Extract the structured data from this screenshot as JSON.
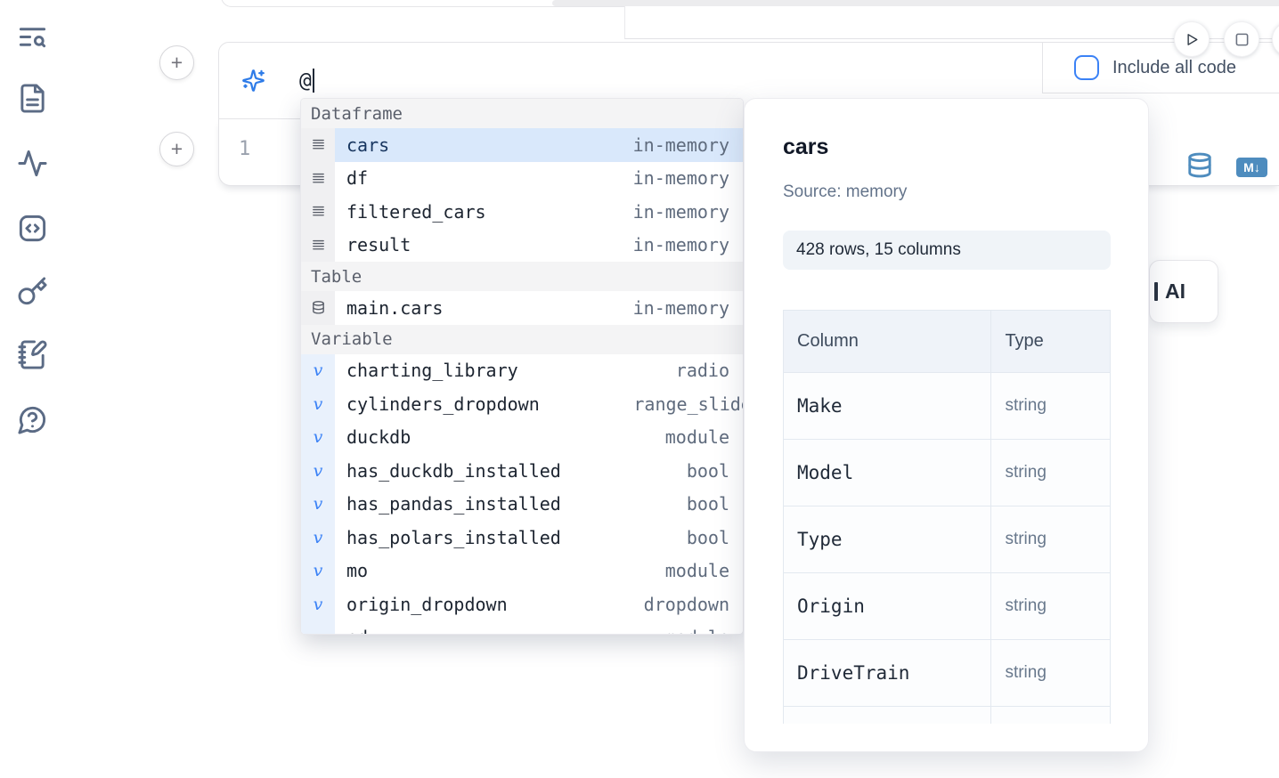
{
  "colors": {
    "accent_blue": "#3b82f6",
    "steel_blue": "#4e8cbe",
    "selection_bg": "#d9e8fb",
    "muted_slate": "#64748b"
  },
  "sidebar": {
    "items": [
      {
        "icon": "toc-search-icon"
      },
      {
        "icon": "document-icon"
      },
      {
        "icon": "activity-icon"
      },
      {
        "icon": "code-snippet-icon"
      },
      {
        "icon": "key-icon"
      },
      {
        "icon": "notebook-pen-icon"
      },
      {
        "icon": "help-chat-icon"
      }
    ]
  },
  "run_controls": {
    "buttons": [
      {
        "icon": "play-icon"
      },
      {
        "icon": "stop-icon"
      },
      {
        "icon": "partial-button"
      }
    ]
  },
  "ai_prompt": {
    "value": "@",
    "include_all_code_label": "Include all code",
    "include_all_code_checked": false
  },
  "code_cell": {
    "line_number": "1",
    "markdown_badge": "M↓",
    "toolbar_icons": [
      "database-icon",
      "markdown-export-icon"
    ]
  },
  "completion": {
    "selected": "cars",
    "sections": [
      {
        "label": "Dataframe",
        "icon": "dataframe",
        "items": [
          {
            "name": "cars",
            "type": "in-memory"
          },
          {
            "name": "df",
            "type": "in-memory"
          },
          {
            "name": "filtered_cars",
            "type": "in-memory"
          },
          {
            "name": "result",
            "type": "in-memory"
          }
        ]
      },
      {
        "label": "Table",
        "icon": "table",
        "items": [
          {
            "name": "main.cars",
            "type": "in-memory"
          }
        ]
      },
      {
        "label": "Variable",
        "icon": "variable",
        "items": [
          {
            "name": "charting_library",
            "type": "radio"
          },
          {
            "name": "cylinders_dropdown",
            "type": "range_slider"
          },
          {
            "name": "duckdb",
            "type": "module"
          },
          {
            "name": "has_duckdb_installed",
            "type": "bool"
          },
          {
            "name": "has_pandas_installed",
            "type": "bool"
          },
          {
            "name": "has_polars_installed",
            "type": "bool"
          },
          {
            "name": "mo",
            "type": "module"
          },
          {
            "name": "origin_dropdown",
            "type": "dropdown"
          },
          {
            "name": "pd",
            "type": "module"
          }
        ]
      }
    ]
  },
  "preview": {
    "title": "cars",
    "source": "Source: memory",
    "shape_badge": "428 rows, 15 columns",
    "table": {
      "headers": [
        "Column",
        "Type"
      ],
      "rows": [
        {
          "column": "Make",
          "type": "string"
        },
        {
          "column": "Model",
          "type": "string"
        },
        {
          "column": "Type",
          "type": "string"
        },
        {
          "column": "Origin",
          "type": "string"
        },
        {
          "column": "DriveTrain",
          "type": "string"
        }
      ]
    }
  },
  "ai_button": {
    "label": "AI"
  }
}
